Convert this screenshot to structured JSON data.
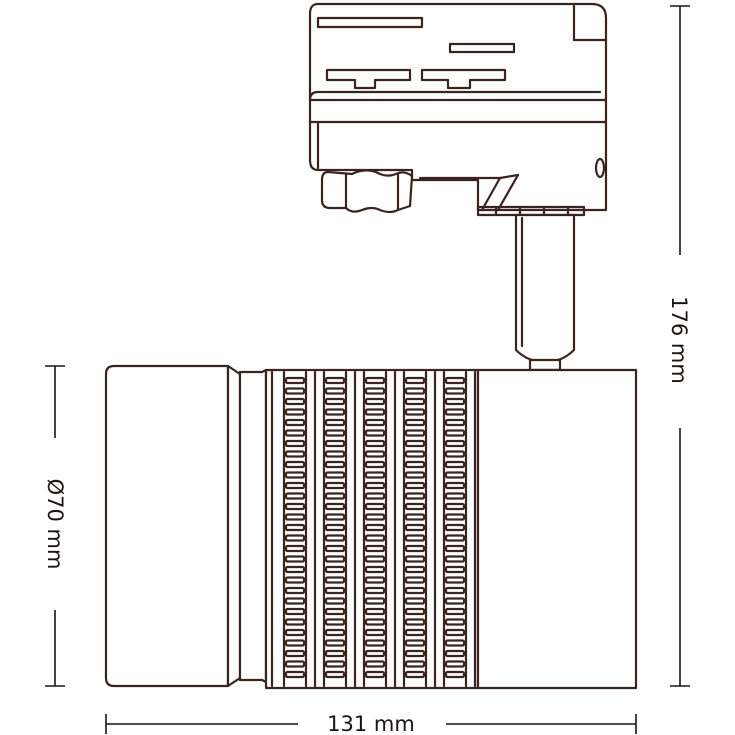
{
  "drawing": {
    "line_color": "#3a2420",
    "text_color": "#1c1412",
    "background": "#ffffff"
  },
  "dimensions": {
    "height_label": "176 mm",
    "diameter_label": "Ø70 mm",
    "length_label": "131 mm"
  }
}
